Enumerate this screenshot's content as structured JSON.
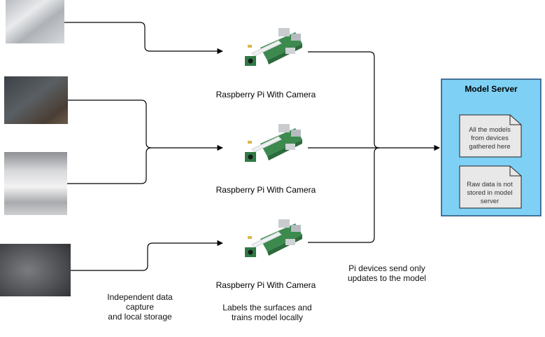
{
  "pi_caption": "Raspberry Pi With Camera",
  "server": {
    "title": "Model Server",
    "note1": "All the models from devices gathered here",
    "note2": "Raw data is not stored in model server"
  },
  "annotations": {
    "capture": "Independent data capture\nand local storage",
    "labels": "Labels the surfaces and trains model locally",
    "updates": "Pi devices send only updates to the model"
  },
  "colors": {
    "server_fill": "#7fd0f5",
    "server_border": "#1f4e79",
    "note_fill": "#e8e8e8",
    "arrow": "#000000"
  },
  "icons": {
    "samples": [
      "metal-surface-texture",
      "rusted-metal-texture",
      "brushed-steel-texture",
      "concrete-surface-texture"
    ],
    "device": "raspberry-pi-camera-photo"
  }
}
